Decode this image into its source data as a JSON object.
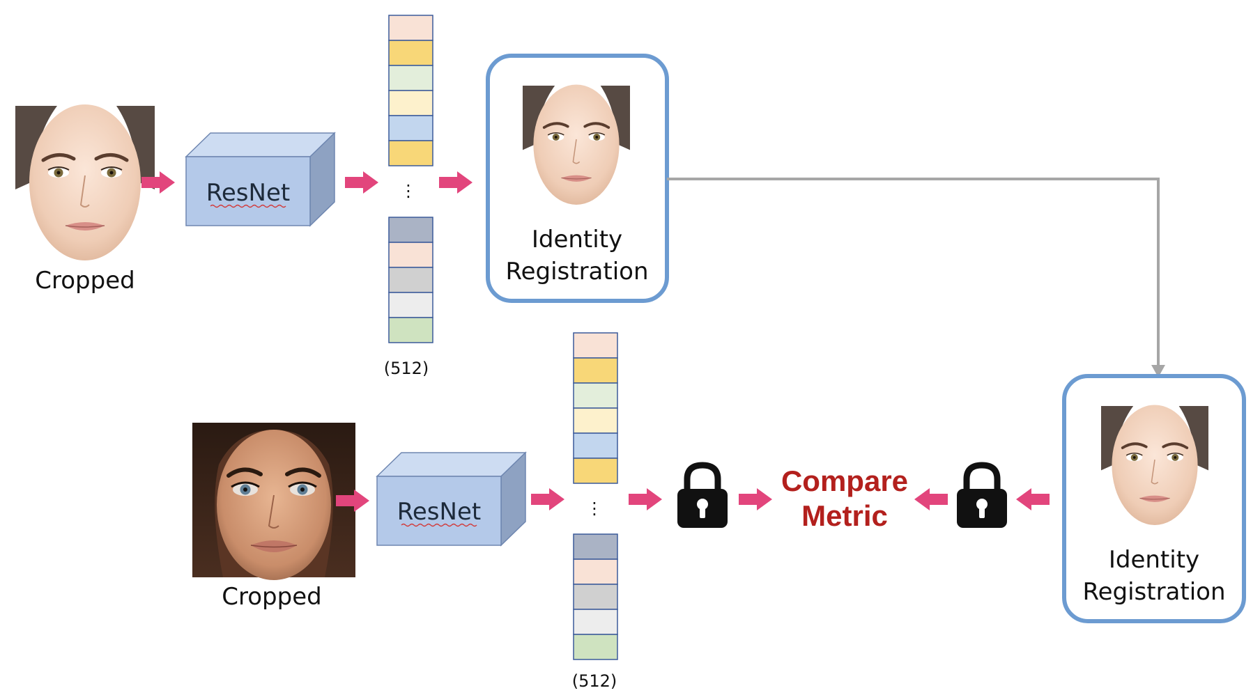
{
  "top_row": {
    "input_label": "Cropped",
    "model_label": "ResNet",
    "embedding_dim_label": "(512)",
    "ellipsis": "⋮",
    "registration_label_line1": "Identity",
    "registration_label_line2": "Registration"
  },
  "bottom_row": {
    "input_label": "Cropped",
    "model_label": "ResNet",
    "embedding_dim_label": "(512)",
    "ellipsis": "⋮",
    "compare_line1": "Compare",
    "compare_line2": "Metric",
    "registration_label_line1": "Identity",
    "registration_label_line2": "Registration"
  },
  "embedding_colors": {
    "top_block": [
      "#f9e2d6",
      "#f8d778",
      "#e3eedb",
      "#fdf1cc",
      "#c2d6ee",
      "#f8d778"
    ],
    "bottom_block": [
      "#aab3c5",
      "#f9e2d6",
      "#d0d0d0",
      "#ededed",
      "#cfe3c0"
    ]
  },
  "colors": {
    "arrow": "#e2457c",
    "registration_border": "#6c9bd1",
    "connector": "#a6a6a6",
    "compare_text": "#b3201d",
    "resnet_front": "#b4c9e9",
    "resnet_top": "#cddcf2",
    "resnet_side": "#8ea2c2"
  },
  "icons": [
    "face-photo",
    "resnet-block",
    "embedding-vector",
    "lock-icon",
    "arrow-right-icon",
    "arrow-left-icon"
  ]
}
